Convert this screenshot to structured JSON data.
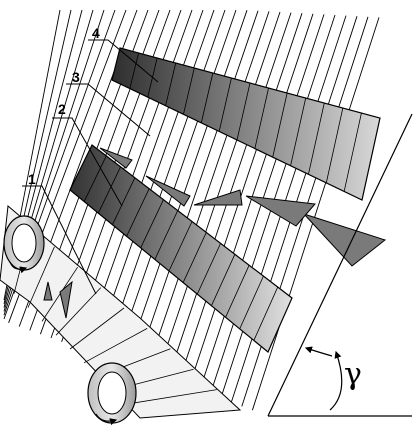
{
  "labels": {
    "label_1": "1",
    "label_2": "2",
    "label_3": "3",
    "label_4": "4",
    "angle": "γ"
  },
  "colors": {
    "belt_dark": "#3a3a3a",
    "belt_mid": "#8a8a8a",
    "belt_light": "#cfcfcf",
    "arrow_fill": "#7a7a7a",
    "line": "#000000"
  }
}
